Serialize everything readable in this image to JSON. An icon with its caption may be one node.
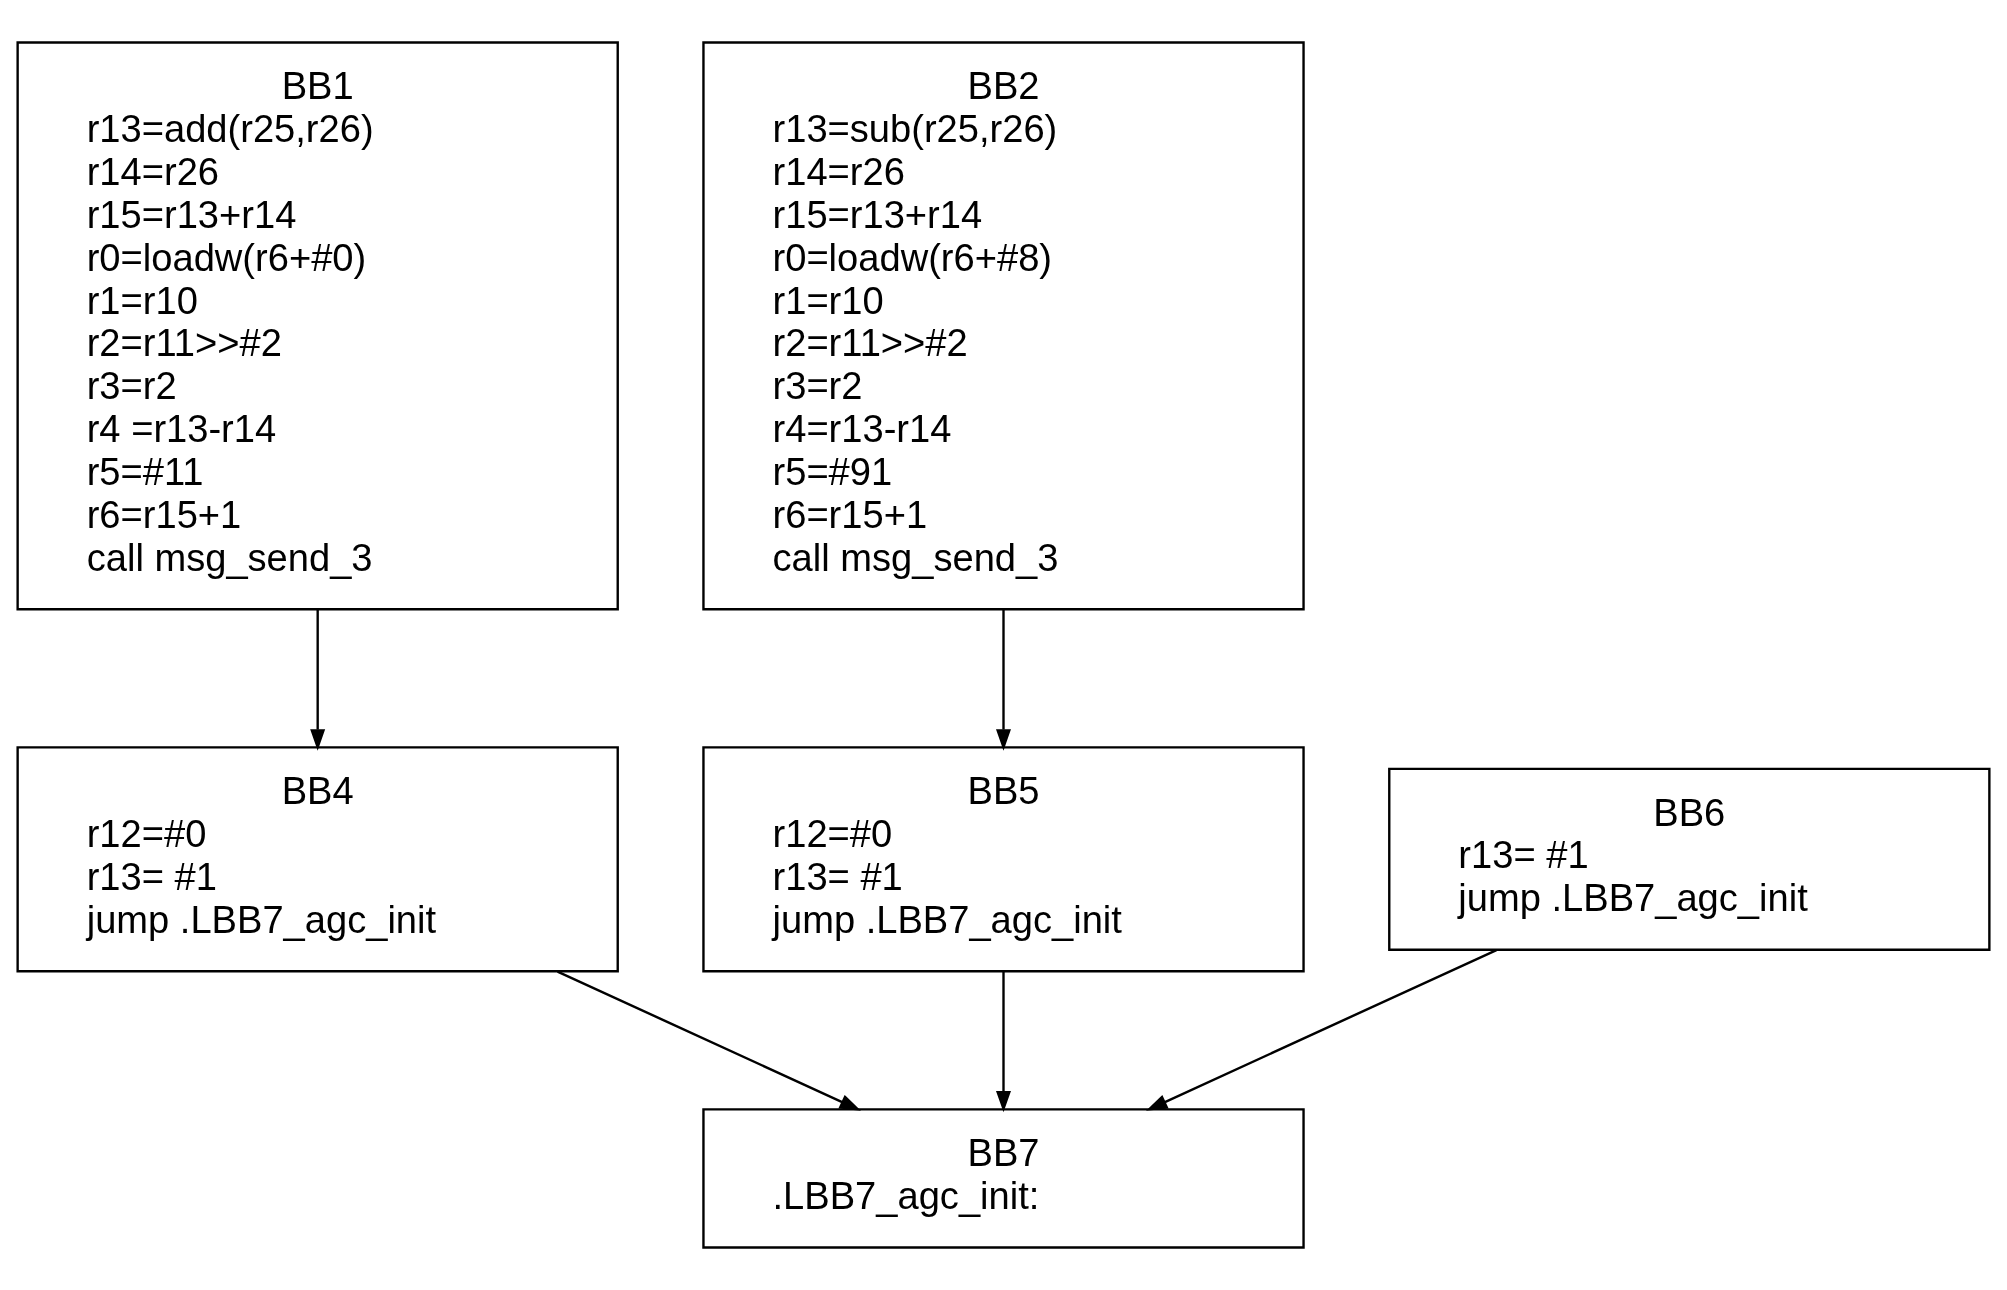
{
  "diagram": {
    "nodes": [
      {
        "text": [
          "BB1",
          "r13=add(r25,r26)",
          "r14=r26",
          "r15=r13+r14",
          "r0=loadw(r6+#0)",
          "r1=r10",
          "r2=r11>>#2",
          "r3=r2",
          "r4 =r13-r14",
          "r5=#11",
          "r6=r15+1",
          "call msg_send_3"
        ]
      },
      {
        "text": [
          "BB2",
          "r13=sub(r25,r26)",
          "r14=r26",
          "r15=r13+r14",
          "r0=loadw(r6+#8)",
          "r1=r10",
          "r2=r11>>#2",
          "r3=r2",
          "r4=r13-r14",
          "r5=#91",
          "r6=r15+1",
          "call msg_send_3"
        ]
      },
      {
        "text": [
          "BB4",
          "r12=#0",
          "r13= #1",
          "jump .LBB7_agc_init"
        ]
      },
      {
        "text": [
          "BB5",
          "r12=#0",
          "r13= #1",
          "jump .LBB7_agc_init"
        ]
      },
      {
        "text": [
          "BB6",
          "r13= #1",
          "jump .LBB7_agc_init"
        ]
      },
      {
        "text": [
          "BB7",
          ".LBB7_agc_init:"
        ]
      }
    ],
    "edges": [
      {
        "from": 0,
        "to": 2,
        "arrow": "to"
      },
      {
        "from": 1,
        "to": 3,
        "arrow": "to"
      },
      {
        "from": 2,
        "to": 5,
        "arrow": "to"
      },
      {
        "from": 3,
        "to": 5,
        "arrow": "to"
      },
      {
        "from": 4,
        "to": 5,
        "arrow": "to"
      }
    ]
  }
}
